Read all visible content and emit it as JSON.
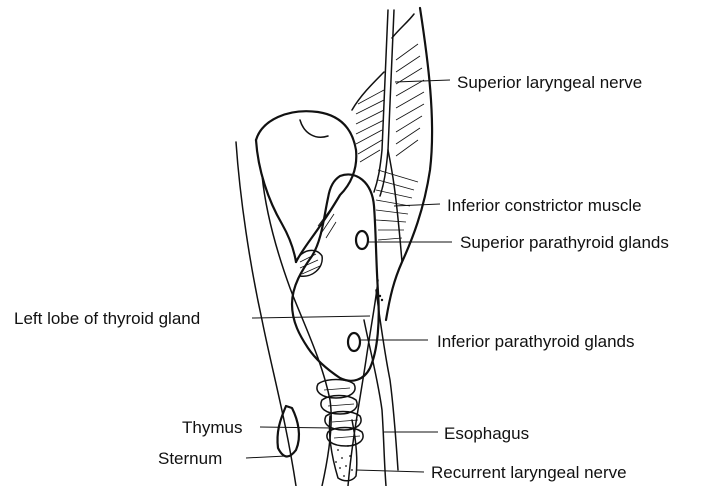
{
  "colors": {
    "ink": "#111111",
    "background": "#ffffff"
  },
  "labels": {
    "superior_laryngeal_nerve": "Superior laryngeal nerve",
    "inferior_constrictor_muscle": "Inferior constrictor muscle",
    "superior_parathyroid_glands": "Superior parathyroid glands",
    "left_lobe_thyroid": "Left lobe of thyroid gland",
    "inferior_parathyroid_glands": "Inferior parathyroid glands",
    "thymus": "Thymus",
    "esophagus": "Esophagus",
    "sternum": "Sternum",
    "recurrent_laryngeal_nerve": "Recurrent laryngeal nerve"
  }
}
